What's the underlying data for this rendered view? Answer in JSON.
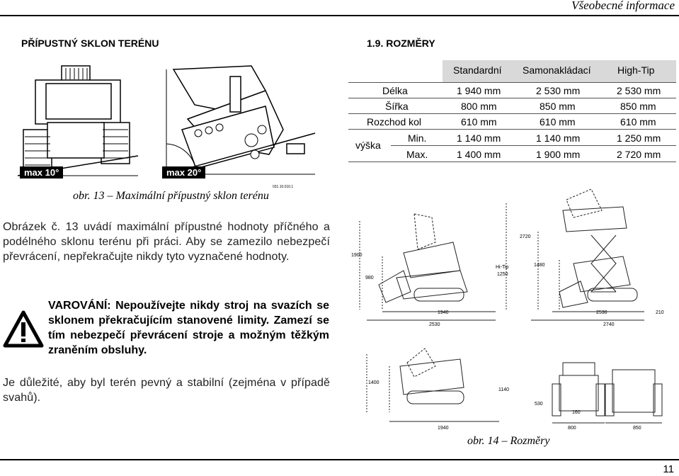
{
  "header": {
    "title": "Všeobecné informace"
  },
  "left": {
    "section_title": "PŘÍPUSTNÝ SKLON TERÉNU",
    "angle_left": "max 10°",
    "angle_right": "max 20°",
    "figure_code": "031.10.010.1",
    "caption": "obr. 13 – Maximální přípustný sklon terénu",
    "para1": "Obrázek č. 13 uvádí maximální přípustné hodnoty příčného a podélného sklonu terénu při práci. Aby se zamezilo nebezpečí převrácení, nepřekračujte nikdy tyto vyznačené hodnoty.",
    "warning": "VAROVÁNÍ: Nepoužívejte nikdy stroj na svazích se sklonem překračujícím stanovené limity. Zamezí se tím nebezpečí převrácení stroje a možným těžkým zraněním obsluhy.",
    "para2": "Je důležité, aby byl terén pevný a stabilní (zejména v případě svahů)."
  },
  "right": {
    "section_number": "1.9.",
    "section_title": "ROZMĚRY",
    "table": {
      "columns": [
        "Standardní",
        "Samonakládací",
        "High-Tip"
      ],
      "rows": [
        {
          "label": "Délka",
          "values": [
            "1 940 mm",
            "2 530 mm",
            "2 530 mm"
          ]
        },
        {
          "label": "Šířka",
          "values": [
            "800 mm",
            "850 mm",
            "850 mm"
          ]
        },
        {
          "label": "Rozchod kol",
          "values": [
            "610 mm",
            "610 mm",
            "610 mm"
          ]
        }
      ],
      "height_label": "výška",
      "height_rows": [
        {
          "label": "Min.",
          "values": [
            "1 140 mm",
            "1 140 mm",
            "1 250 mm"
          ]
        },
        {
          "label": "Max.",
          "values": [
            "1 400 mm",
            "1 900 mm",
            "2 720 mm"
          ]
        }
      ]
    },
    "drawing_labels": {
      "d1900": "1900",
      "d980": "980",
      "d2720": "2720",
      "hitip": "Hi-Tip",
      "d1250": "1250",
      "d1480": "1480",
      "d1940": "1940",
      "d2530a": "2530",
      "d2530b": "2530",
      "d210": "210",
      "d2740": "2740",
      "d1400": "1400",
      "d1140": "1140",
      "d530": "530",
      "d160": "160",
      "d1940b": "1940",
      "d800": "800",
      "d850": "850"
    },
    "caption": "obr. 14 – Rozměry"
  },
  "footer": {
    "page_number": "11"
  }
}
